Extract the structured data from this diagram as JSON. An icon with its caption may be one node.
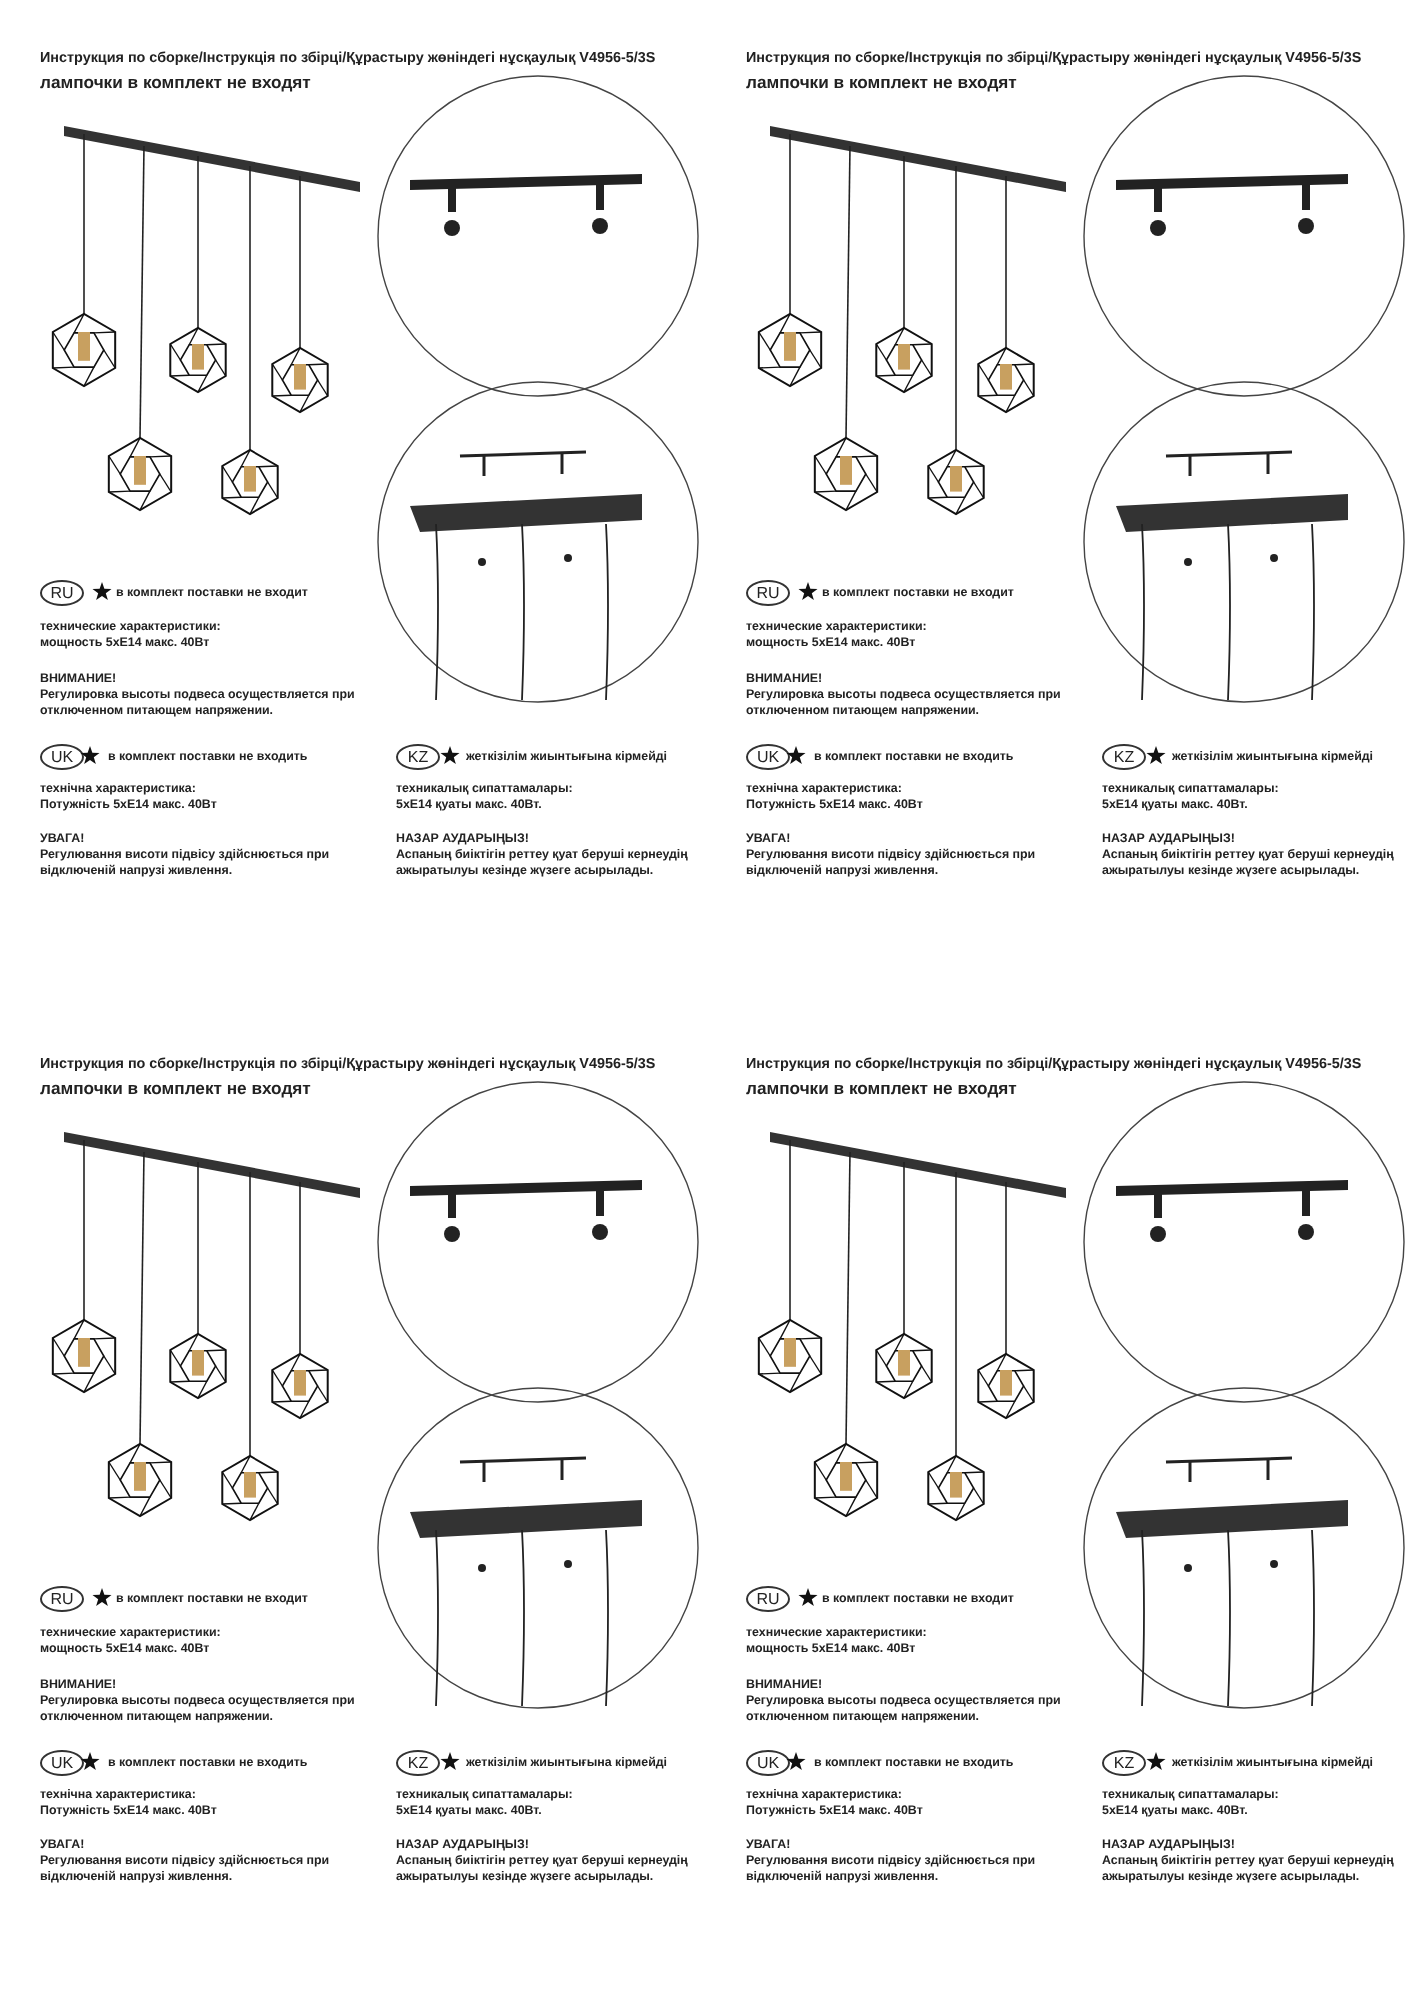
{
  "diagram": {
    "nodes": [
      {
        "text": [
          "RU"
        ]
      },
      {
        "text": [
          "UK"
        ]
      },
      {
        "text": [
          "KZ"
        ]
      },
      {
        "text": [
          "RU"
        ]
      },
      {
        "text": [
          "UK"
        ]
      },
      {
        "text": [
          "KZ"
        ]
      },
      {
        "text": [
          "RU"
        ]
      },
      {
        "text": [
          "UK"
        ]
      },
      {
        "text": [
          "KZ"
        ]
      },
      {
        "text": [
          "RU"
        ]
      },
      {
        "text": [
          "UK"
        ]
      },
      {
        "text": [
          "KZ"
        ]
      }
    ],
    "labels": [
      "Инструкция по сборке/Інструкція по збірці/Құрастыру жөніндегі нұсқаулық V4956-5/3S",
      "лампочки в комплект не входят",
      "в комплект поставки не входит",
      "технические характеристики:",
      "мощность 5xE14 макс. 40Вт",
      "ВНИМАНИЕ!",
      "Регулировка высоты подвеса осуществляется при отключенном питающем напряжении.",
      "в комплект поставки не входить",
      "технічна характеристика:",
      "Потужність 5xE14 макс. 40Вт",
      "УВАГА!",
      "Регулювання висоти підвісу здійснюється при відключеній напрузі живлення.",
      "жеткізілім жиынтығына кірмейді",
      "техникалық сипаттамалары:",
      "5xE14 қуаты макс. 40Вт.",
      "НАЗАР АУДАРЫҢЫЗ!",
      "Аспаның биіктігін реттеу қуат беруші кернеудің ажыратылуы кезінде жүзеге асырылады.",
      "Инструкция по сборке/Інструкція по збірці/Құрастыру жөніндегі нұсқаулық V4956-5/3S",
      "лампочки в комплект не входят",
      "в комплект поставки не входит",
      "технические характеристики:",
      "мощность 5xE14 макс. 40Вт",
      "ВНИМАНИЕ!",
      "Регулировка высоты подвеса осуществляется при отключенном питающем напряжении.",
      "в комплект поставки не входить",
      "технічна характеристика:",
      "Потужність 5xE14 макс. 40Вт",
      "УВАГА!",
      "Регулювання висоти підвісу здійснюється при відключеній напрузі живлення.",
      "жеткізілім жиынтығына кірмейді",
      "техникалық сипаттамалары:",
      "5xE14 қуаты макс. 40Вт.",
      "НАЗАР АУДАРЫҢЫЗ!",
      "Аспаның биіктігін реттеу қуат беруші кернеудің ажыратылуы кезінде жүзеге асырылады.",
      "Инструкция по сборке/Інструкція по збірці/Құрастыру жөніндегі нұсқаулық V4956-5/3S",
      "лампочки в комплект не входят",
      "в комплект поставки не входит",
      "технические характеристики:",
      "мощность 5xE14 макс. 40Вт",
      "ВНИМАНИЕ!",
      "Регулировка высоты подвеса осуществляется при отключенном питающем напряжении.",
      "в комплект поставки не входить",
      "технічна характеристика:",
      "Потужність 5xE14 макс. 40Вт",
      "УВАГА!",
      "Регулювання висоти підвісу здійснюється при відключеній напрузі живлення.",
      "жеткізілім жиынтығына кірмейді",
      "техникалық сипаттамалары:",
      "5xE14 қуаты макс. 40Вт.",
      "НАЗАР АУДАРЫҢЫЗ!",
      "Аспаның биіктігін реттеу қуат беруші кернеудің ажыратылуы кезінде жүзеге асырылады.",
      "Инструкция по сборке/Інструкція по збірці/Құрастыру жөніндегі нұсқаулық V4956-5/3S",
      "лампочки в комплект не входят",
      "в комплект поставки не входит",
      "технические характеристики:",
      "мощность 5xE14 макс. 40Вт",
      "ВНИМАНИЕ!",
      "Регулировка высоты подвеса осуществляется при отключенном питающем напряжении.",
      "в комплект поставки не входить",
      "технічна характеристика:",
      "Потужність 5xE14 макс. 40Вт",
      "УВАГА!",
      "Регулювання висоти підвісу здійснюється при відключеній напрузі живлення.",
      "жеткізілім жиынтығына кірмейді",
      "техникалық сипаттамалары:",
      "5xE14 қуаты макс. 40Вт.",
      "НАЗАР АУДАРЫҢЫЗ!",
      "Аспаның биіктігін реттеу қуат беруші кернеудің ажыратылуы кезінде жүзеге асырылады."
    ]
  }
}
